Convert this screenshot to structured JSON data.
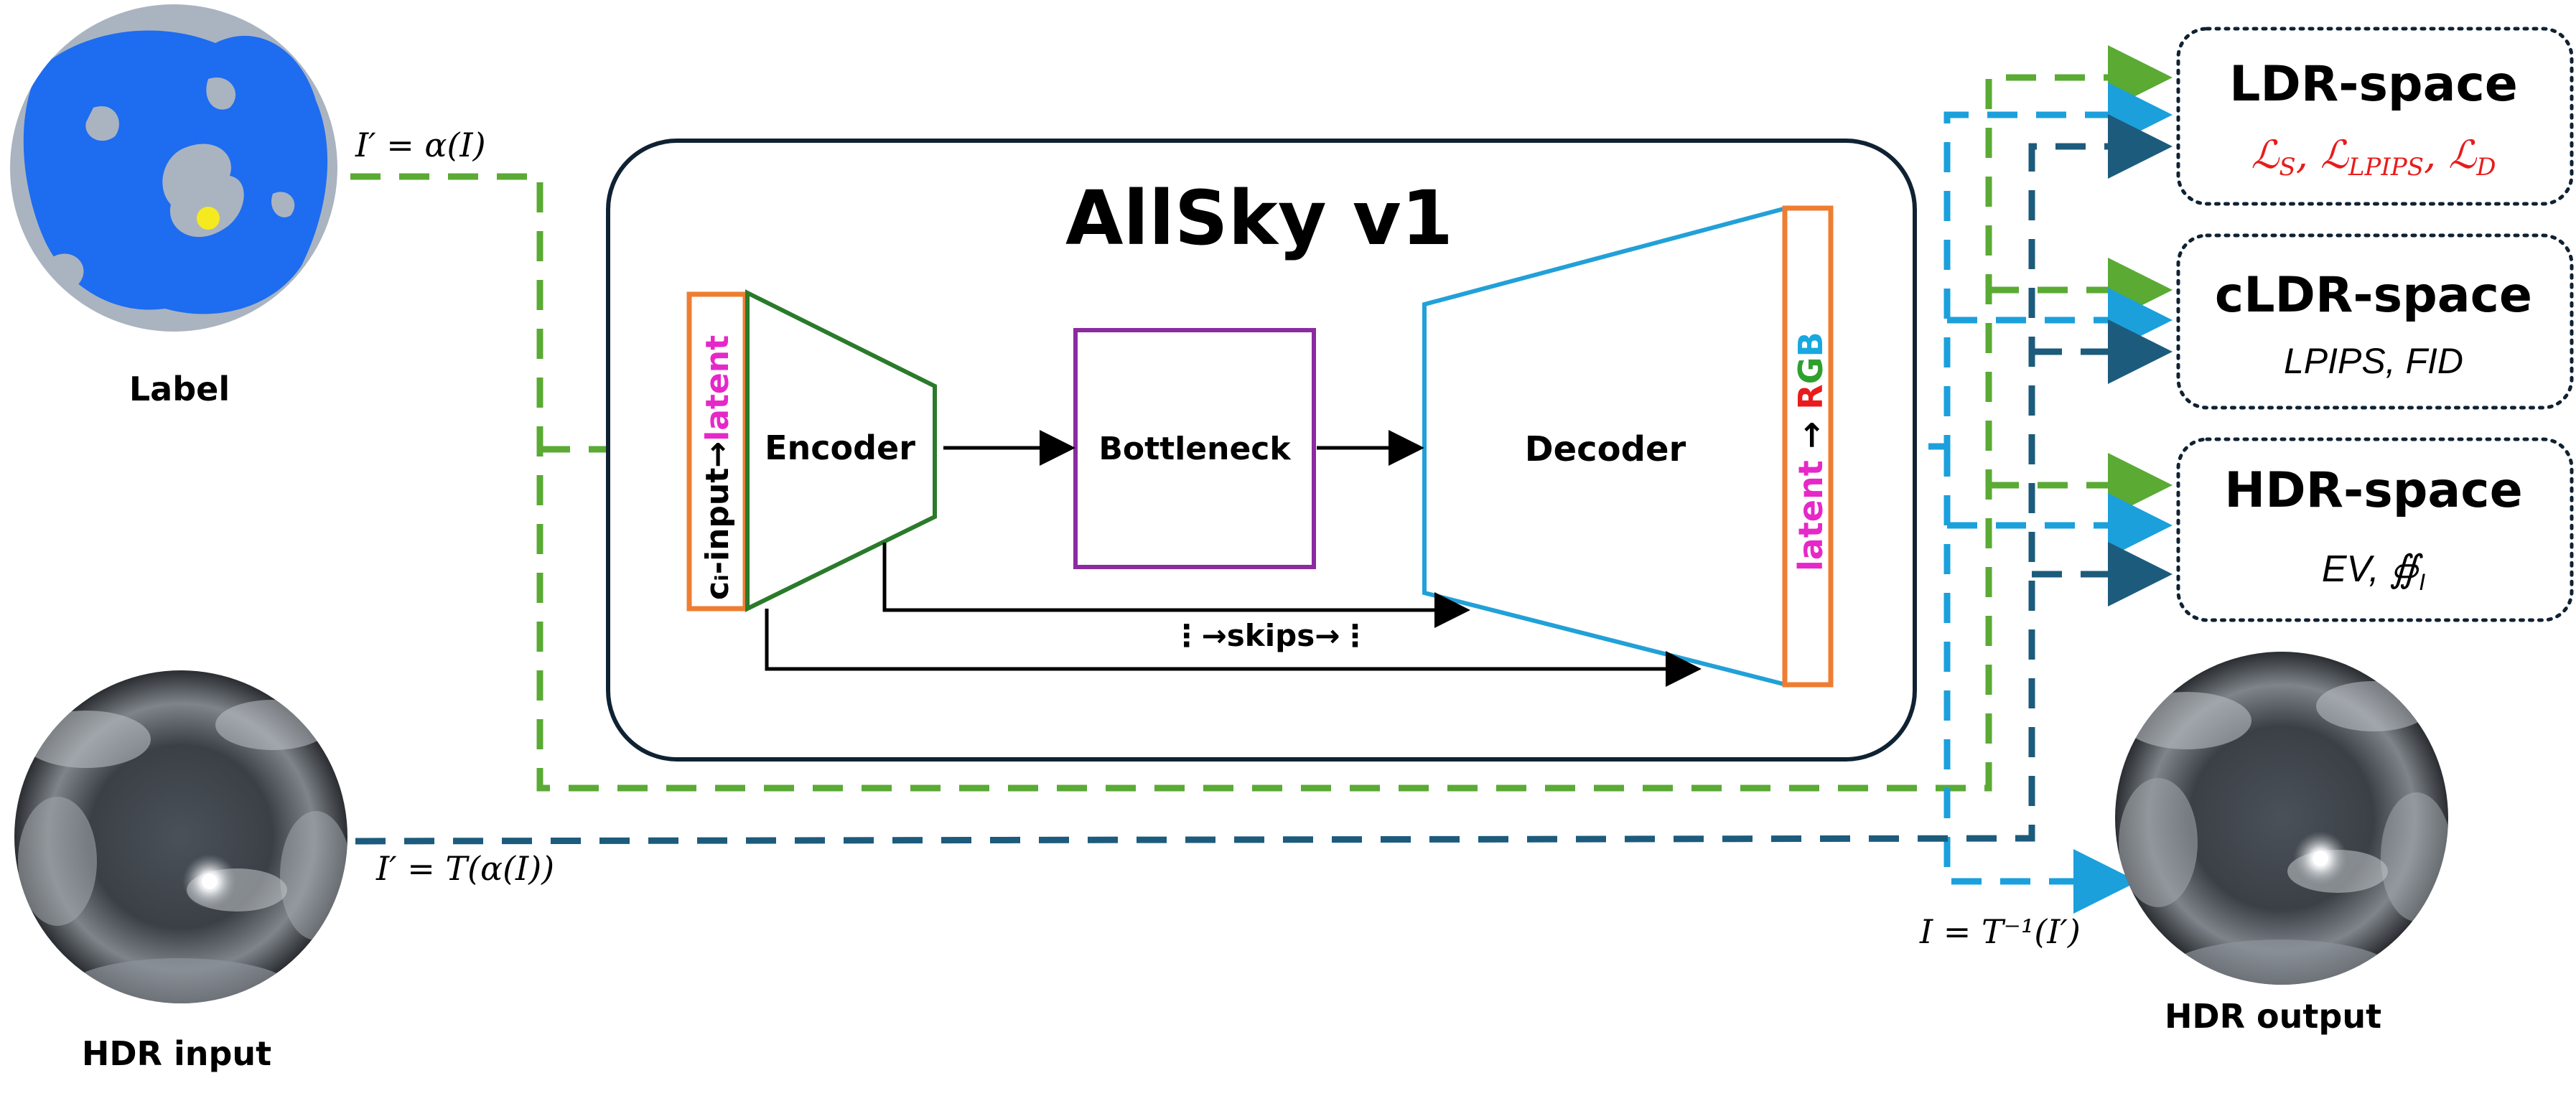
{
  "title": "AllSky v1",
  "blocks": {
    "input_label": "cᵢ-input→",
    "input_latent": "latent",
    "encoder": "Encoder",
    "bottleneck": "Bottleneck",
    "decoder": "Decoder",
    "skips": "⋮→skips→⋮",
    "output_latent": "latent",
    "output_arrow": " → ",
    "output_r": "R",
    "output_g": "G",
    "output_b": "B"
  },
  "inputs": {
    "label_caption": "Label",
    "label_formula": "I′ = α(I)",
    "hdr_caption": "HDR input",
    "hdr_formula": "I′ = T(α(I))"
  },
  "outputs": {
    "hdr_caption": "HDR output",
    "hdr_formula": "I = T⁻¹(I′)"
  },
  "spaces": [
    {
      "title": "LDR-space",
      "metrics": "ℒS, ℒLPIPS, ℒD"
    },
    {
      "title": "cLDR-space",
      "metrics": "LPIPS, FID"
    },
    {
      "title": "HDR-space",
      "metrics": "EV, ∯"
    }
  ],
  "colors": {
    "green_dash": "#5aaa34",
    "cyan_dash": "#1ba0dc",
    "navy_dash": "#1c5b7c",
    "encoder": "#2a7a2a",
    "bottleneck": "#8c2aa0",
    "decoder": "#22a0d8",
    "orange": "#ee7d32",
    "magenta": "#e628c8",
    "red": "#e81c1c",
    "green_letter": "#2ea02e",
    "blue_letter": "#18a8e0",
    "label_blue": "#1e6cf0",
    "label_grey": "#aab4c0",
    "sun_yellow": "#f5ea20"
  },
  "icons": [
    "label-sky-mask-icon",
    "hdr-sky-fisheye-icon",
    "arrow-icon"
  ]
}
